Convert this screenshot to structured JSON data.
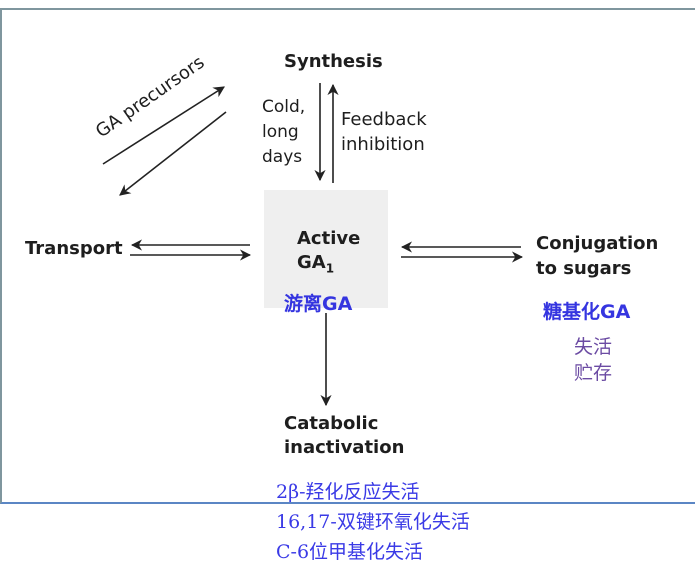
{
  "diagram": {
    "title": "GA1 metabolism regulation",
    "center": {
      "line1": "Active",
      "line2": "GA",
      "subscript": "1",
      "note_cn": "游离GA"
    },
    "synthesis": {
      "label": "Synthesis",
      "down_label_lines": [
        "Cold,",
        "long",
        "days"
      ],
      "up_label_lines": [
        "Feedback",
        "inhibition"
      ]
    },
    "precursors": {
      "label": "GA precursors"
    },
    "transport": {
      "label": "Transport"
    },
    "conjugation": {
      "line1": "Conjugation",
      "line2": "to sugars",
      "note_cn": "糖基化GA",
      "status_cn_lines": [
        "失活",
        "贮存"
      ]
    },
    "catabolic": {
      "line1": "Catabolic",
      "line2": "inactivation",
      "mechanisms_cn": [
        "2β-羟化反应失活",
        "16,17-双键环氧化失活",
        "C-6位甲基化失活"
      ]
    },
    "colors": {
      "text": "#1e1e1e",
      "note_blue": "#3535e0",
      "note_purple": "#6b4ba3",
      "center_box": "#efefef"
    }
  }
}
